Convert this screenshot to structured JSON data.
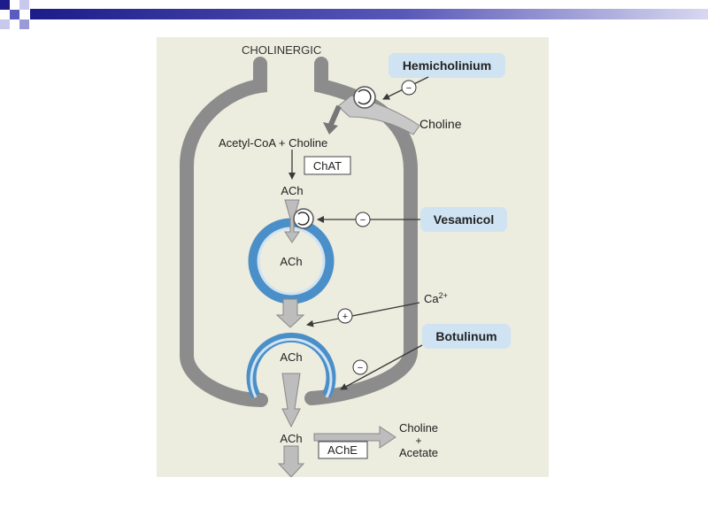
{
  "diagram": {
    "title": "CHOLINERGIC",
    "inhibitors": {
      "hemicholinium": "Hemicholinium",
      "vesamicol": "Vesamicol",
      "botulinum": "Botulinum"
    },
    "signs": {
      "minus": "−",
      "plus": "+"
    },
    "molecules": {
      "choline_uptake": "Choline",
      "acetyl_coa": "Acetyl-CoA + Choline",
      "ach_1": "ACh",
      "ach_vesicle": "ACh",
      "ach_fusing": "ACh",
      "ach_cleft": "ACh",
      "calcium": "Ca",
      "calcium_charge": "2+",
      "products_line1": "Choline",
      "products_line2": "+",
      "products_line3": "Acetate"
    },
    "enzymes": {
      "chat": "ChAT",
      "ache": "AChE"
    },
    "colors": {
      "scan_background": "#ececdf",
      "terminal_gray": "#8c8c8c",
      "vesicle_blue": "#4a8fc8",
      "label_box": "#cfe3f3",
      "slide_navy": "#1c1c8a"
    }
  }
}
